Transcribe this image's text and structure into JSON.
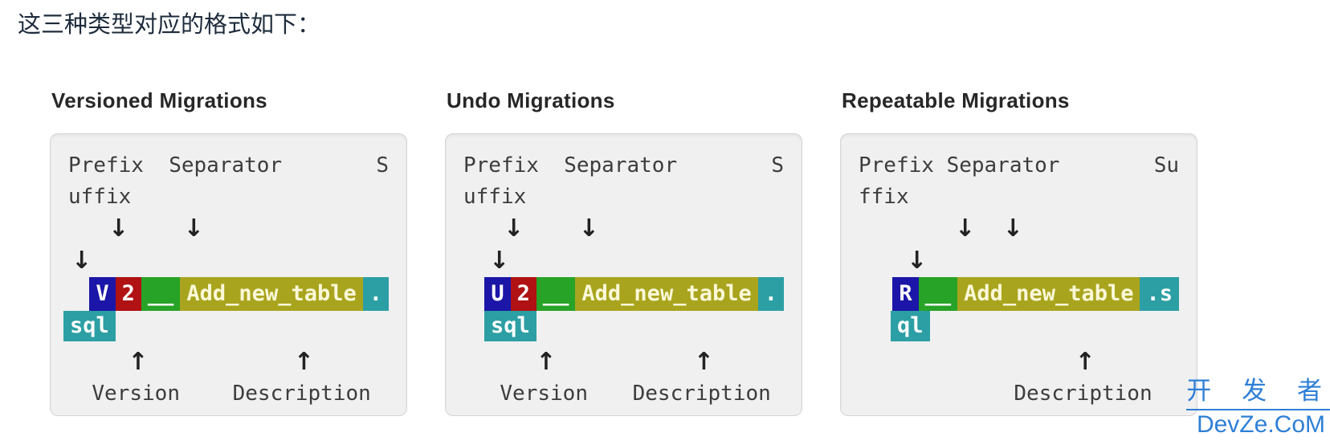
{
  "heading": "这三种类型对应的格式如下：",
  "icons": {
    "arrow_down": "↓",
    "arrow_up": "↑"
  },
  "colors": {
    "prefix_bg": "#1b16a7",
    "version_bg": "#b01113",
    "separator_bg": "#27a327",
    "description_bg": "#a9a41e",
    "suffix_bg": "#2c9fa4",
    "watermark_blue": "#2e7fd6"
  },
  "panels": [
    {
      "id": "versioned",
      "title": "Versioned Migrations",
      "top_labels_left": "Prefix  Separator",
      "top_labels_right": "S",
      "top_labels_wrap": "uffix",
      "segments": [
        {
          "part": "prefix",
          "text": "V"
        },
        {
          "part": "version",
          "text": "2"
        },
        {
          "part": "separator",
          "text": "__"
        },
        {
          "part": "description",
          "text": "Add_new_table"
        },
        {
          "part": "suffix",
          "text": "."
        }
      ],
      "segment_wrap": {
        "part": "suffix",
        "text": "sql"
      },
      "bottom_labels": [
        {
          "name": "version",
          "text": "Version"
        },
        {
          "name": "description",
          "text": "Description"
        }
      ]
    },
    {
      "id": "undo",
      "title": "Undo Migrations",
      "top_labels_left": "Prefix  Separator",
      "top_labels_right": "S",
      "top_labels_wrap": "uffix",
      "segments": [
        {
          "part": "prefix",
          "text": "U"
        },
        {
          "part": "version",
          "text": "2"
        },
        {
          "part": "separator",
          "text": "__"
        },
        {
          "part": "description",
          "text": "Add_new_table"
        },
        {
          "part": "suffix",
          "text": "."
        }
      ],
      "segment_wrap": {
        "part": "suffix",
        "text": "sql"
      },
      "bottom_labels": [
        {
          "name": "version",
          "text": "Version"
        },
        {
          "name": "description",
          "text": "Description"
        }
      ]
    },
    {
      "id": "repeatable",
      "title": "Repeatable Migrations",
      "top_labels_left": "Prefix Separator",
      "top_labels_right": "Su",
      "top_labels_wrap": "ffix",
      "segments": [
        {
          "part": "prefix",
          "text": "R"
        },
        {
          "part": "separator",
          "text": "__"
        },
        {
          "part": "description",
          "text": "Add_new_table"
        },
        {
          "part": "suffix",
          "text": ".s"
        }
      ],
      "segment_wrap": {
        "part": "suffix",
        "text": "ql"
      },
      "bottom_labels": [
        {
          "name": "description",
          "text": "Description"
        }
      ]
    }
  ],
  "watermark": {
    "line1": "开 发 者",
    "line2": "DevZe.CoM"
  }
}
